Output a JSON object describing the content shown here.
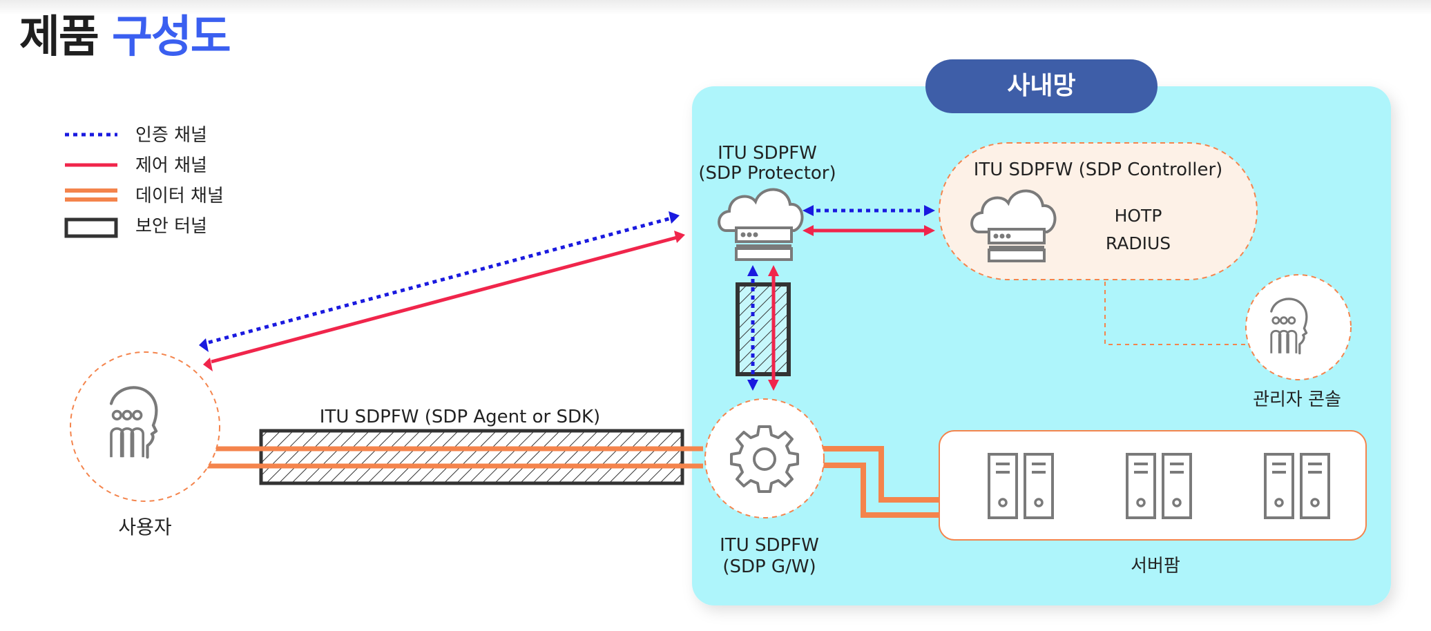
{
  "title": {
    "part1": "제품",
    "part2": "구성도"
  },
  "colors": {
    "auth": "#1a1adf",
    "control": "#f0254b",
    "data": "#f4844c",
    "tunnel": "#333333",
    "intranet_bg": "#aef5fb",
    "intranet_badge": "#3e5ea8",
    "controller_bg": "#fdf1e7",
    "node_border": "#f4844c"
  },
  "legend": [
    {
      "type": "auth",
      "label": "인증 채널"
    },
    {
      "type": "control",
      "label": "제어 채널"
    },
    {
      "type": "data",
      "label": "데이터 채널"
    },
    {
      "type": "tunnel",
      "label": "보안 터널"
    }
  ],
  "intranet": {
    "label": "사내망"
  },
  "protector": {
    "line1": "ITU SDPFW",
    "line2": "(SDP Protector)",
    "icon": "cloud-server-icon"
  },
  "controller": {
    "title": "ITU SDPFW (SDP Controller)",
    "items": [
      "HOTP",
      "RADIUS"
    ],
    "icon": "cloud-server-icon"
  },
  "admin": {
    "label": "관리자 콘솔",
    "icon": "people-head-icon"
  },
  "gateway": {
    "line1": "ITU SDPFW",
    "line2": "(SDP G/W)",
    "icon": "gear-icon"
  },
  "server_farm": {
    "label": "서버팜",
    "icon": "server-rack-icon"
  },
  "user": {
    "label": "사용자",
    "icon": "people-head-icon"
  },
  "agent_tunnel": {
    "label": "ITU SDPFW (SDP Agent or SDK)"
  }
}
